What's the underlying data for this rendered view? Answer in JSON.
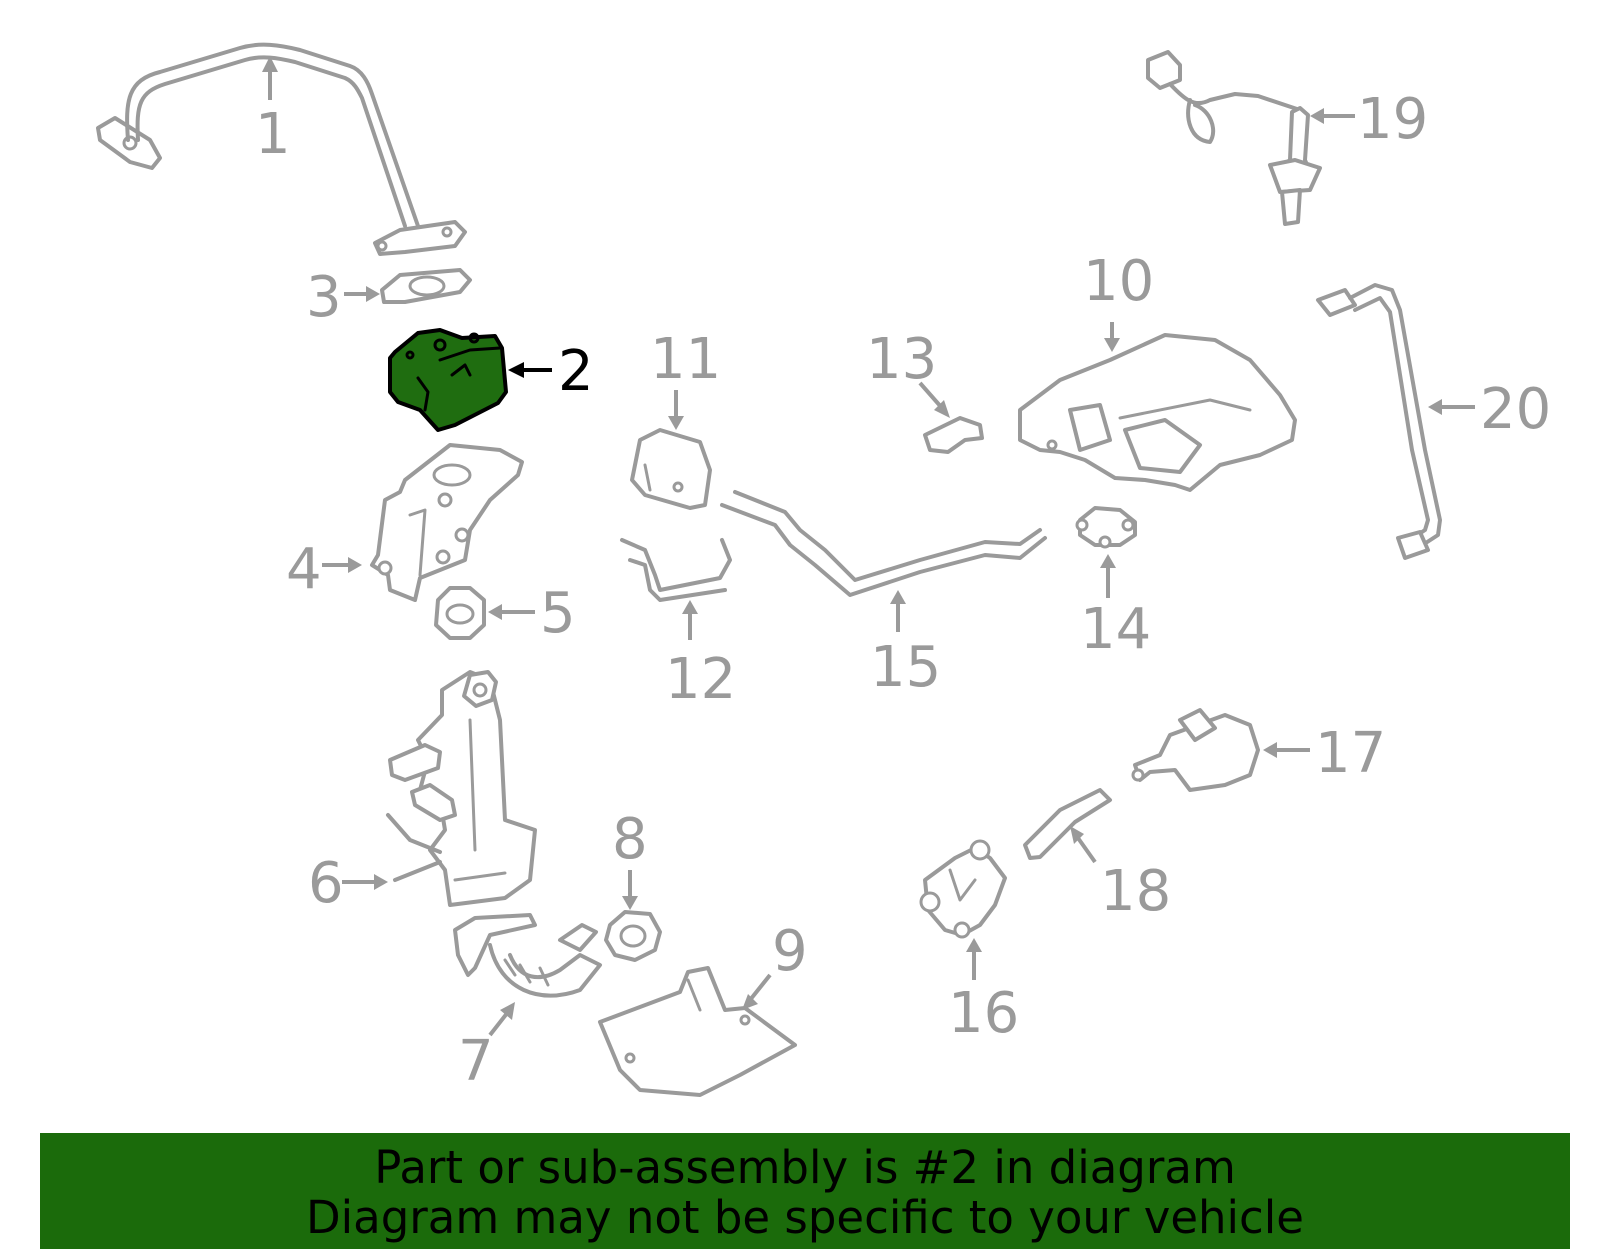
{
  "diagram": {
    "highlighted_part": "2",
    "highlight_color": "#1f6d10",
    "callouts": [
      "1",
      "2",
      "3",
      "4",
      "5",
      "6",
      "7",
      "8",
      "9",
      "10",
      "11",
      "12",
      "13",
      "14",
      "15",
      "16",
      "17",
      "18",
      "19",
      "20"
    ]
  },
  "banner": {
    "line1": "Part or sub-assembly is #2 in diagram",
    "line2": "Diagram may not be specific to your vehicle",
    "background": "#1b6b0b"
  }
}
